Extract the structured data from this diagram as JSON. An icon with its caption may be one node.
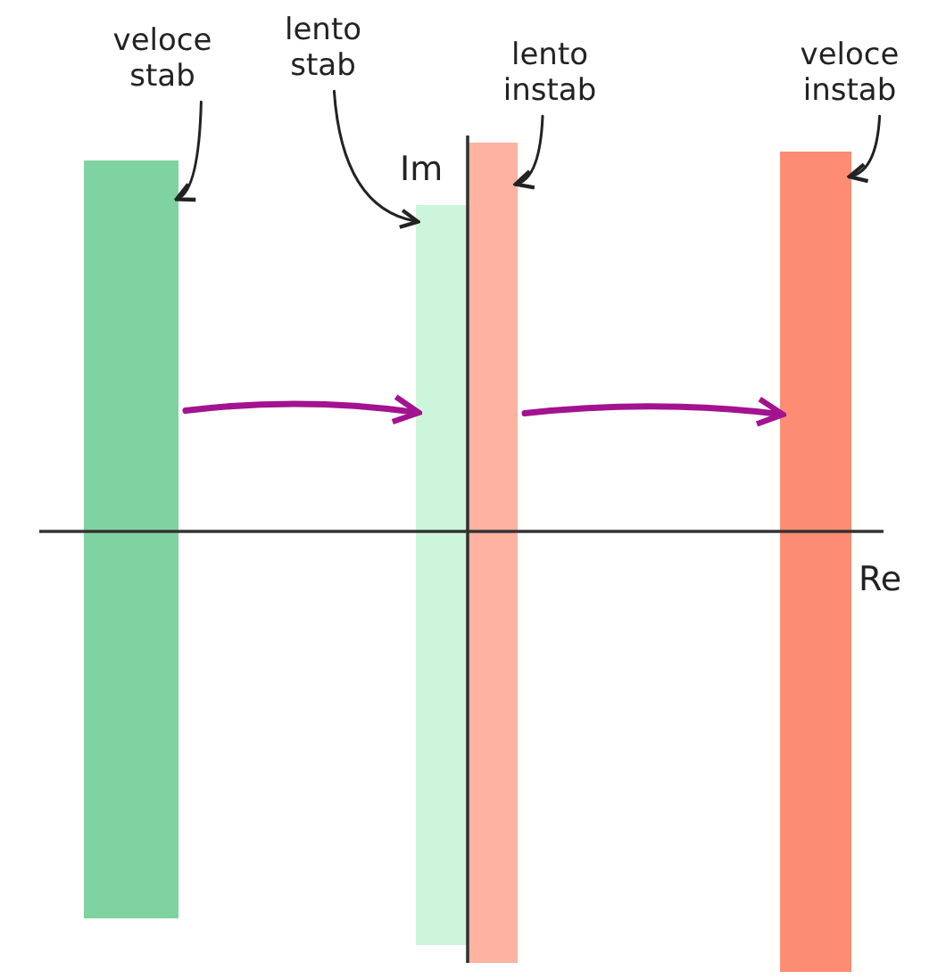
{
  "diagram": {
    "nodes": [
      {
        "text": [
          "veloce stab"
        ]
      },
      {
        "text": [
          "lento stab"
        ]
      },
      {
        "text": [
          "lento instab"
        ]
      },
      {
        "text": [
          "veloce instab"
        ]
      },
      {
        "text": [],
        "shape": "bar"
      },
      {
        "text": [],
        "shape": "bar"
      },
      {
        "text": [],
        "shape": "bar"
      },
      {
        "text": [],
        "shape": "bar"
      }
    ],
    "edges": [
      {
        "from": 0,
        "to": 4,
        "arrow": "to"
      },
      {
        "from": 1,
        "to": 5,
        "arrow": "to"
      },
      {
        "from": 2,
        "to": 6,
        "arrow": "to"
      },
      {
        "from": 3,
        "to": 7,
        "arrow": "to"
      },
      {
        "from": 4,
        "to": 5,
        "arrow": "to",
        "style": "thick",
        "color": "#a3128f"
      },
      {
        "from": 6,
        "to": 7,
        "arrow": "to",
        "style": "thick",
        "color": "#a3128f"
      }
    ],
    "labels": [
      "Im",
      "Re"
    ]
  }
}
